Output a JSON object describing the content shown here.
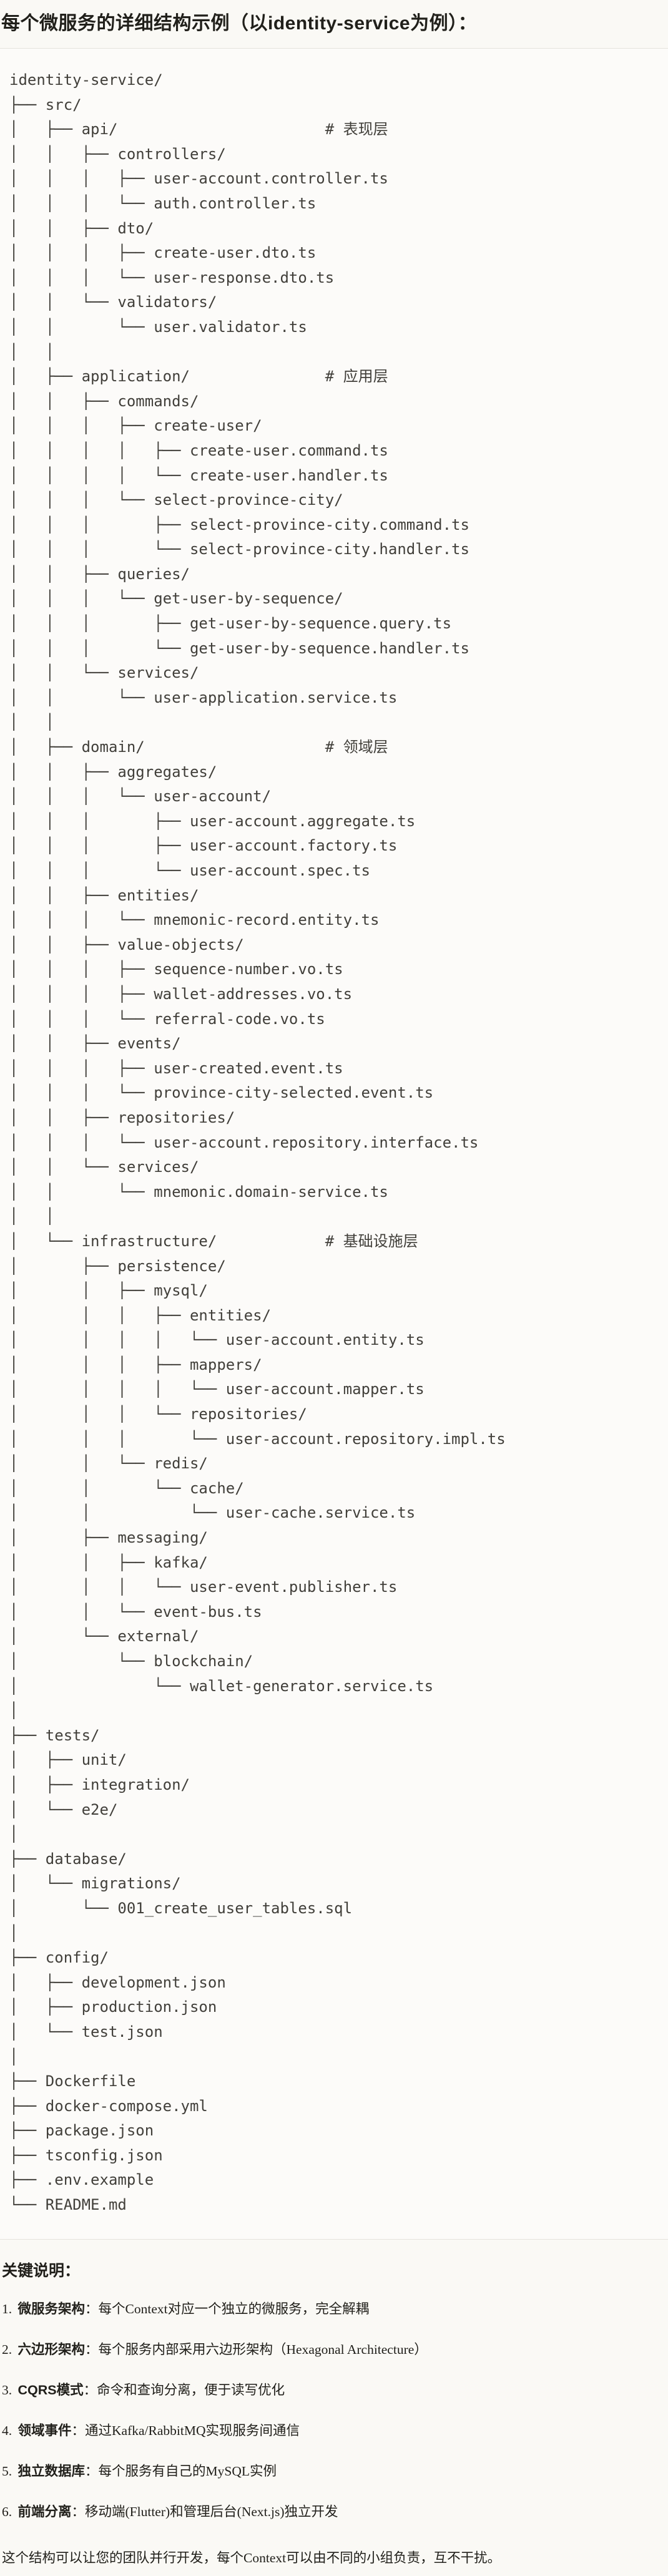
{
  "title": "每个微服务的详细结构示例（以identity-service为例）：",
  "tree": {
    "lines": [
      "identity-service/",
      "├── src/",
      "│   ├── api/                       # 表现层",
      "│   │   ├── controllers/",
      "│   │   │   ├── user-account.controller.ts",
      "│   │   │   └── auth.controller.ts",
      "│   │   ├── dto/",
      "│   │   │   ├── create-user.dto.ts",
      "│   │   │   └── user-response.dto.ts",
      "│   │   └── validators/",
      "│   │       └── user.validator.ts",
      "│   │",
      "│   ├── application/               # 应用层",
      "│   │   ├── commands/",
      "│   │   │   ├── create-user/",
      "│   │   │   │   ├── create-user.command.ts",
      "│   │   │   │   └── create-user.handler.ts",
      "│   │   │   └── select-province-city/",
      "│   │   │       ├── select-province-city.command.ts",
      "│   │   │       └── select-province-city.handler.ts",
      "│   │   ├── queries/",
      "│   │   │   └── get-user-by-sequence/",
      "│   │   │       ├── get-user-by-sequence.query.ts",
      "│   │   │       └── get-user-by-sequence.handler.ts",
      "│   │   └── services/",
      "│   │       └── user-application.service.ts",
      "│   │",
      "│   ├── domain/                    # 领域层",
      "│   │   ├── aggregates/",
      "│   │   │   └── user-account/",
      "│   │   │       ├── user-account.aggregate.ts",
      "│   │   │       ├── user-account.factory.ts",
      "│   │   │       └── user-account.spec.ts",
      "│   │   ├── entities/",
      "│   │   │   └── mnemonic-record.entity.ts",
      "│   │   ├── value-objects/",
      "│   │   │   ├── sequence-number.vo.ts",
      "│   │   │   ├── wallet-addresses.vo.ts",
      "│   │   │   └── referral-code.vo.ts",
      "│   │   ├── events/",
      "│   │   │   ├── user-created.event.ts",
      "│   │   │   └── province-city-selected.event.ts",
      "│   │   ├── repositories/",
      "│   │   │   └── user-account.repository.interface.ts",
      "│   │   └── services/",
      "│   │       └── mnemonic.domain-service.ts",
      "│   │",
      "│   └── infrastructure/            # 基础设施层",
      "│       ├── persistence/",
      "│       │   ├── mysql/",
      "│       │   │   ├── entities/",
      "│       │   │   │   └── user-account.entity.ts",
      "│       │   │   ├── mappers/",
      "│       │   │   │   └── user-account.mapper.ts",
      "│       │   │   └── repositories/",
      "│       │   │       └── user-account.repository.impl.ts",
      "│       │   └── redis/",
      "│       │       └── cache/",
      "│       │           └── user-cache.service.ts",
      "│       ├── messaging/",
      "│       │   ├── kafka/",
      "│       │   │   └── user-event.publisher.ts",
      "│       │   └── event-bus.ts",
      "│       └── external/",
      "│           └── blockchain/",
      "│               └── wallet-generator.service.ts",
      "│",
      "├── tests/",
      "│   ├── unit/",
      "│   ├── integration/",
      "│   └── e2e/",
      "│",
      "├── database/",
      "│   └── migrations/",
      "│       └── 001_create_user_tables.sql",
      "│",
      "├── config/",
      "│   ├── development.json",
      "│   ├── production.json",
      "│   └── test.json",
      "│",
      "├── Dockerfile",
      "├── docker-compose.yml",
      "├── package.json",
      "├── tsconfig.json",
      "├── .env.example",
      "└── README.md"
    ]
  },
  "notes": {
    "heading": "关键说明：",
    "items": [
      {
        "num": "1.",
        "label": "微服务架构",
        "text": "：每个Context对应一个独立的微服务，完全解耦"
      },
      {
        "num": "2.",
        "label": "六边形架构",
        "text": "：每个服务内部采用六边形架构（Hexagonal Architecture）"
      },
      {
        "num": "3.",
        "label": "CQRS模式",
        "text": "：命令和查询分离，便于读写优化"
      },
      {
        "num": "4.",
        "label": "领域事件",
        "text": "：通过Kafka/RabbitMQ实现服务间通信"
      },
      {
        "num": "5.",
        "label": "独立数据库",
        "text": "：每个服务有自己的MySQL实例"
      },
      {
        "num": "6.",
        "label": "前端分离",
        "text": "：移动端(Flutter)和管理后台(Next.js)独立开发"
      }
    ],
    "footer": "这个结构可以让您的团队并行开发，每个Context可以由不同的小组负责，互不干扰。"
  }
}
